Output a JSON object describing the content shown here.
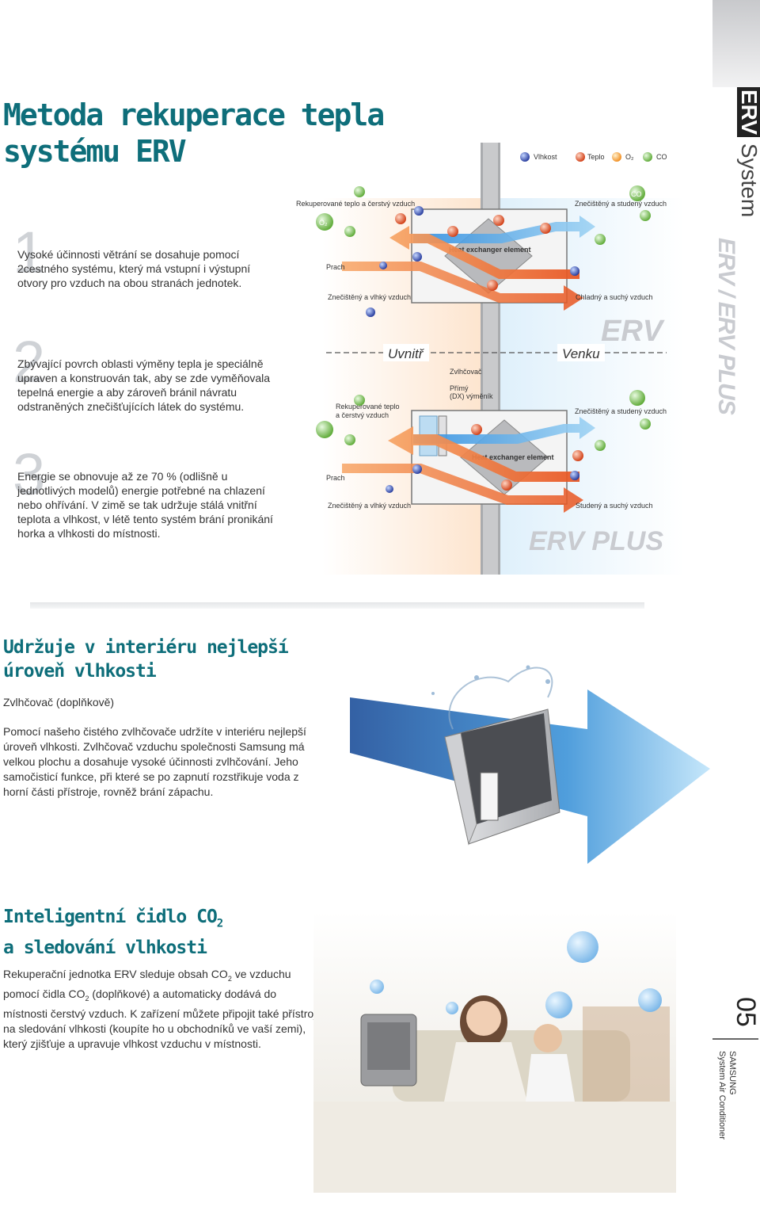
{
  "title": {
    "line1": "Metoda rekuperace tepla",
    "line2": "systému ERV"
  },
  "steps": [
    {
      "num": "1",
      "text": "Vysoké účinnosti větrání se dosahuje pomocí 2cestného systému, který má vstupní i výstupní otvory pro vzduch na obou stranách jednotek."
    },
    {
      "num": "2",
      "text": "Zbývající povrch oblasti výměny tepla je speciálně upraven a konstruován tak, aby se zde vyměňovala tepelná energie a aby zároveň bránil návratu odstraněných znečišťujících látek do systému."
    },
    {
      "num": "3",
      "text": "Energie se obnovuje až ze 70 % (odlišně u jednotlivých modelů) energie potřebné na chlazení nebo ohřívání. V zimě se tak udržuje stálá vnitřní teplota a vlhkost, v létě tento systém brání pronikání horka a vlhkosti do místnosti."
    }
  ],
  "diagram": {
    "legend": {
      "humidity": "Vlhkost",
      "heat": "Teplo",
      "o2": "O₂",
      "co": "CO"
    },
    "erv": {
      "recovered_air": "Rekuperované teplo a čerstvý vzduch",
      "dust": "Prach",
      "polluted_humid": "Znečištěný a vlhký vzduch",
      "element": "Heat exchanger element",
      "polluted_cold": "Znečištěný a studený vzduch",
      "cold_dry": "Chladný a suchý vzduch",
      "label": "ERV"
    },
    "inside": "Uvnitř",
    "outside": "Venku",
    "plus": {
      "humidifier": "Zvlhčovač",
      "dx": "Přímý",
      "dx2": "(DX) výměník",
      "recovered1": "Rekuperované teplo",
      "recovered2": "a čerstvý vzduch",
      "dust": "Prach",
      "polluted_humid": "Znečištěný a vlhký vzduch",
      "element": "Heat exchanger element",
      "polluted_cold": "Znečištěný a studený vzduch",
      "cold_dry": "Studený a suchý vzduch",
      "label": "ERV PLUS"
    },
    "o2_mark": "O₂",
    "co_mark": "CO"
  },
  "sidebar": {
    "tag": "ERV",
    "system": "System",
    "series": "ERV / ERV PLUS",
    "page": "05",
    "brand": "SAMSUNG",
    "product": "System Air Conditioner"
  },
  "humidity_section": {
    "title1": "Udržuje v interiéru nejlepší",
    "title2": "úroveň vlhkosti",
    "subtitle": "Zvlhčovač (doplňkově)",
    "text": "Pomocí našeho čistého zvlhčovače udržíte v interiéru nejlepší úroveň vlhkosti. Zvlhčovač vzduchu společnosti Samsung má velkou plochu a dosahuje vysoké účinnosti zvlhčování. Jeho samočisticí funkce, při které se po zapnutí rozstřikuje voda z horní části přístroje, rovněž brání zápachu."
  },
  "sensor_section": {
    "title1a": "Inteligentní čidlo CO",
    "title1sub": "2",
    "title2": "a sledování vlhkosti",
    "text_a": "Rekuperační jednotka ERV sleduje obsah CO",
    "text_b": " ve vzduchu pomocí čidla CO",
    "text_c": " (doplňkové) a automaticky dodává do místnosti čerstvý vzduch. K zařízení můžete připojit také přístroj na sledování vlhkosti (koupíte ho u obchodníků ve vaší zemi), který zjišťuje a upravuje vlhkost vzduchu v místnosti.",
    "sub2": "2"
  },
  "colors": {
    "accent": "#0e6e7a",
    "warm": "#e8642a",
    "cool": "#2f8ee0"
  }
}
